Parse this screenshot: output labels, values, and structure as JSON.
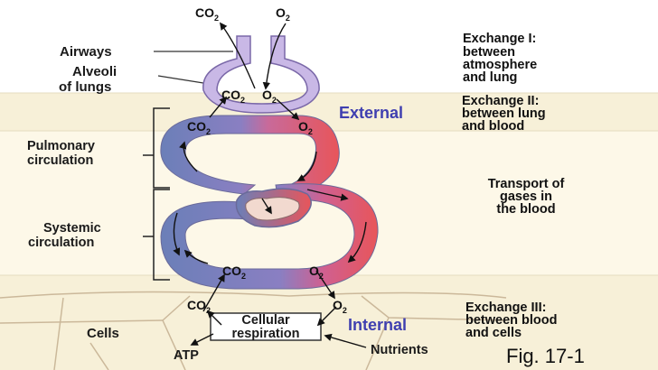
{
  "colors": {
    "band_beige": "#f7f0d8",
    "band_cream": "#fdf8e8",
    "band_white": "#ffffff",
    "deoxygenated_blue": "#6b7fb8",
    "oxygenated_red": "#e8555a",
    "alveoli_lavender": "#c9b8e6",
    "accent_text": "#3f3fb0",
    "cell_lines": "#cbb89a"
  },
  "gases": {
    "top_co2": "CO",
    "top_o2": "O",
    "alv_co2": "CO",
    "alv_o2": "O",
    "pulm_co2": "CO",
    "pulm_o2": "O",
    "sys_co2": "CO",
    "sys_o2": "O",
    "cell_co2": "CO",
    "cell_o2": "O",
    "sub2": "2"
  },
  "labels": {
    "airways": "Airways",
    "alveoli_1": "Alveoli",
    "alveoli_2": "of lungs",
    "pulmonary_1": "Pulmonary",
    "pulmonary_2": "circulation",
    "systemic_1": "Systemic",
    "systemic_2": "circulation",
    "cells": "Cells",
    "cellular_1": "Cellular",
    "cellular_2": "respiration",
    "atp": "ATP",
    "nutrients": "Nutrients",
    "external": "External",
    "internal": "Internal",
    "figure": "Fig. 17-1"
  },
  "sections": {
    "exchange1": [
      "Exchange I:",
      "between",
      "atmosphere",
      "and lung"
    ],
    "exchange2": [
      "Exchange II:",
      "between lung",
      "and blood"
    ],
    "transport": [
      "Transport of",
      "gases in",
      "the blood"
    ],
    "exchange3": [
      "Exchange III:",
      "between blood",
      "and cells"
    ]
  }
}
